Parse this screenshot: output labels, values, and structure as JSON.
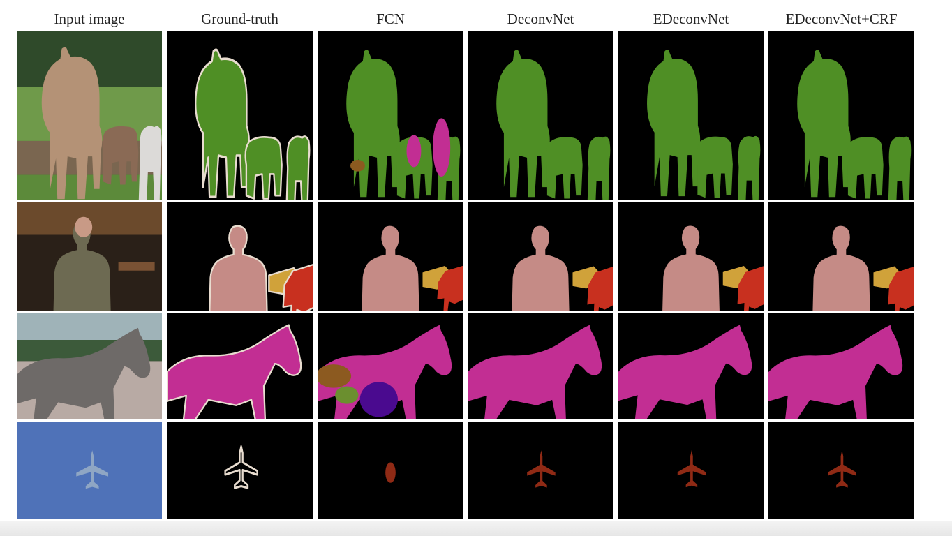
{
  "columns": [
    {
      "key": "input",
      "label": "Input image"
    },
    {
      "key": "gt",
      "label": "Ground-truth"
    },
    {
      "key": "fcn",
      "label": "FCN"
    },
    {
      "key": "deconv",
      "label": "DeconvNet"
    },
    {
      "key": "edeconv",
      "label": "EDeconvNet"
    },
    {
      "key": "edeconv_crf",
      "label": "EDeconvNet+CRF"
    }
  ],
  "rows": [
    {
      "key": "cows"
    },
    {
      "key": "person-chair"
    },
    {
      "key": "horse"
    },
    {
      "key": "airplane"
    }
  ],
  "class_colors": {
    "cow": "#4f8f25",
    "person": "#c58b86",
    "chair": "#c8301f",
    "dining_table": "#d0a23a",
    "horse": "#c22e93",
    "airplane": "#8f2a15",
    "dog": "#8c5a20",
    "sheep": "#6b8f2f",
    "cat": "#4a0a8f",
    "ground_truth_boundary": "#e8dccf",
    "background": "#000000"
  }
}
